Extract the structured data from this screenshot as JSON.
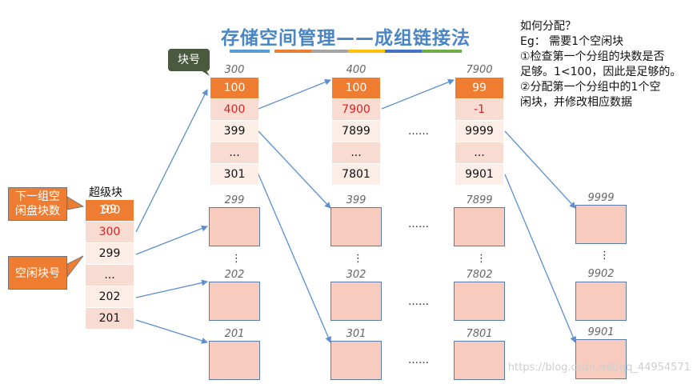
{
  "title": "存储空间管理——成组链接法",
  "color_bar": [
    "#5b9bd5",
    "#ed7d31",
    "#a5a5a5",
    "#ffc000",
    "#4472c4",
    "#70ad47"
  ],
  "notes": {
    "line1": "如何分配？",
    "line2": "Eg： 需要1个空闲块",
    "line3": "①检查第一个分组的块数是否",
    "line4": "足够。1<100，因此是足够的。",
    "line5": "②分配第一个分组中的1个空",
    "line6": "闲块，并修改相应数据"
  },
  "tag_block": "块号",
  "callout_next": "下一组空\n闲盘块数",
  "callout_free": "空闲块号",
  "superblock": {
    "label": "超级块",
    "cells": [
      "100",
      "300",
      "299",
      "...",
      "202",
      "201"
    ],
    "overlay": "99"
  },
  "groups": [
    {
      "label": "300",
      "cells": [
        "100",
        "400",
        "399",
        "...",
        "301"
      ]
    },
    {
      "label": "400",
      "cells": [
        "100",
        "7900",
        "7899",
        "...",
        "7801"
      ]
    },
    {
      "label": "7900",
      "cells": [
        "99",
        "-1",
        "9999",
        "...",
        "9901"
      ]
    }
  ],
  "box_labels": {
    "c1": [
      "299",
      "202",
      "201"
    ],
    "c2": [
      "399",
      "302",
      "301"
    ],
    "c3": [
      "7899",
      "7802",
      "7801"
    ],
    "c4": [
      "9999",
      "9902",
      "9901"
    ]
  },
  "ellipsis_h": "……",
  "ellipsis_cell": "...",
  "vdots": "⋮",
  "watermark": "https://blog.csdn.net/qq_44954571"
}
